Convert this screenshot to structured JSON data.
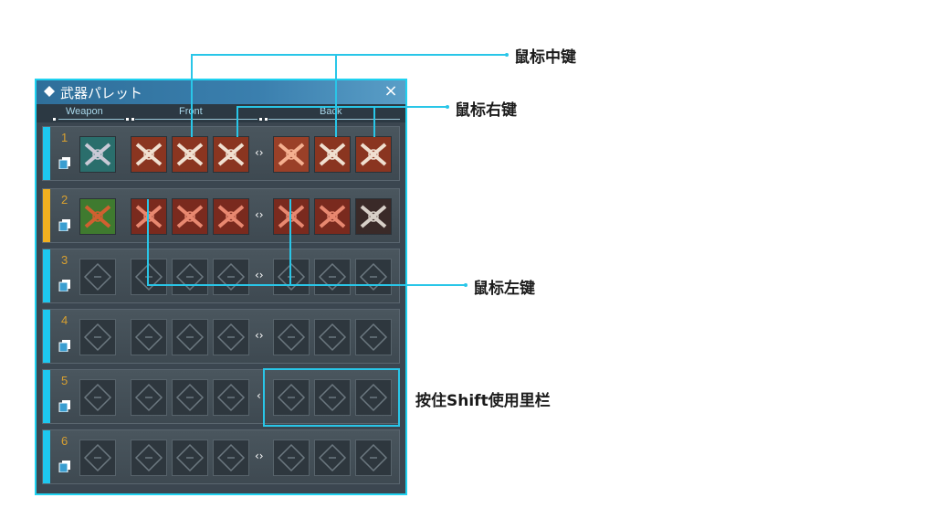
{
  "window": {
    "title": "武器パレット",
    "close_label": "×",
    "columns": {
      "weapon": "Weapon",
      "front": "Front",
      "back": "Back"
    }
  },
  "rows": [
    {
      "number": "1",
      "accent": "#1ec8f0",
      "weapon": "weapon-1",
      "front": [
        "skill-x",
        "skill-spread",
        "skill-wing"
      ],
      "back": [
        "skill-feathers",
        "skill-spread",
        "skill-spread"
      ]
    },
    {
      "number": "2",
      "accent": "#f0b020",
      "weapon": "weapon-2",
      "front": [
        "arrow-1",
        "arrow-2",
        "arrow-3"
      ],
      "back": [
        "arrow-4",
        "arrow-5",
        "arrow-6"
      ]
    },
    {
      "number": "3",
      "accent": "#1ec8f0",
      "weapon": "empty",
      "front": [
        "empty",
        "empty",
        "empty"
      ],
      "back": [
        "empty",
        "empty",
        "empty"
      ]
    },
    {
      "number": "4",
      "accent": "#1ec8f0",
      "weapon": "empty",
      "front": [
        "empty",
        "empty",
        "empty"
      ],
      "back": [
        "empty",
        "empty",
        "empty"
      ]
    },
    {
      "number": "5",
      "accent": "#1ec8f0",
      "weapon": "empty",
      "front": [
        "empty",
        "empty",
        "empty"
      ],
      "back": [
        "empty",
        "empty",
        "empty"
      ]
    },
    {
      "number": "6",
      "accent": "#1ec8f0",
      "weapon": "empty",
      "front": [
        "empty",
        "empty",
        "empty"
      ],
      "back": [
        "empty",
        "empty",
        "empty"
      ]
    }
  ],
  "swap_symbols": [
    "‹›",
    "‹›",
    "‹›",
    "‹›",
    "‹",
    "‹›"
  ],
  "annotations": {
    "middle_click": "鼠标中键",
    "right_click": "鼠标右键",
    "left_click": "鼠标左键",
    "shift_hold": "按住Shift使用里栏"
  },
  "colors": {
    "frame": "#1fd2f0",
    "annotation_line": "#29c6e8",
    "title_bar": "#3a7fae"
  }
}
